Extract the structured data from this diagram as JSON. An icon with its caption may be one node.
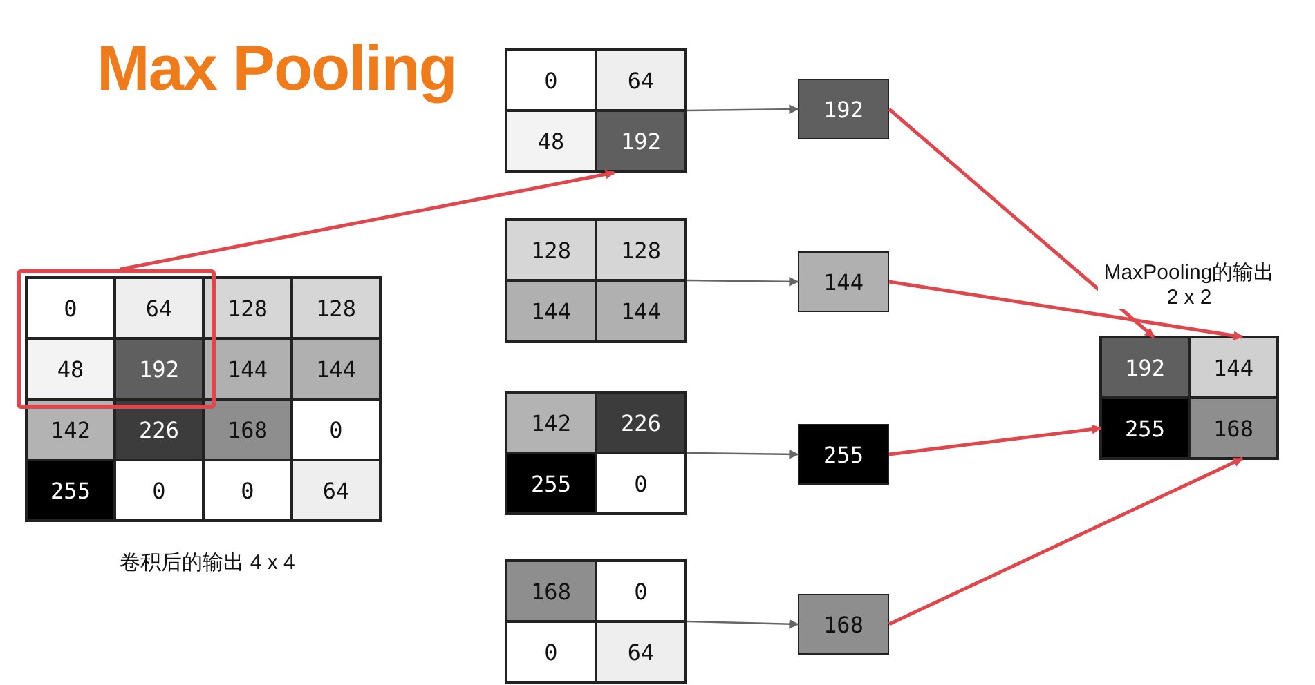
{
  "diagram": {
    "title": "Max Pooling",
    "nodes": [
      {
        "text": [],
        "shape": "box",
        "beside": [
          "卷积后的输出 4 x 4"
        ]
      },
      {
        "text": [],
        "shape": "box",
        "in": 0
      },
      {
        "text": [
          "0"
        ],
        "in": 1
      },
      {
        "text": [
          "64"
        ],
        "in": 1
      },
      {
        "text": [
          "128"
        ],
        "in": 0
      },
      {
        "text": [
          "128"
        ],
        "in": 0
      },
      {
        "text": [
          "48"
        ],
        "in": 1
      },
      {
        "text": [
          "192"
        ],
        "in": 1
      },
      {
        "text": [
          "144"
        ],
        "in": 0
      },
      {
        "text": [
          "144"
        ],
        "in": 0
      },
      {
        "text": [
          "142"
        ],
        "in": 0
      },
      {
        "text": [
          "226"
        ],
        "in": 0
      },
      {
        "text": [
          "168"
        ],
        "in": 0
      },
      {
        "text": [
          "0"
        ],
        "in": 0
      },
      {
        "text": [
          "255"
        ],
        "in": 0
      },
      {
        "text": [
          "0"
        ],
        "in": 0
      },
      {
        "text": [
          "0"
        ],
        "in": 0
      },
      {
        "text": [
          "64"
        ],
        "in": 0
      },
      {
        "text": [],
        "shape": "box"
      },
      {
        "text": [
          "0"
        ],
        "in": 18
      },
      {
        "text": [
          "64"
        ],
        "in": 18
      },
      {
        "text": [
          "48"
        ],
        "in": 18
      },
      {
        "text": [
          "192"
        ],
        "in": 18
      },
      {
        "text": [],
        "shape": "box"
      },
      {
        "text": [
          "128"
        ],
        "in": 23
      },
      {
        "text": [
          "128"
        ],
        "in": 23
      },
      {
        "text": [
          "144"
        ],
        "in": 23
      },
      {
        "text": [
          "144"
        ],
        "in": 23
      },
      {
        "text": [],
        "shape": "box"
      },
      {
        "text": [
          "142"
        ],
        "in": 28
      },
      {
        "text": [
          "226"
        ],
        "in": 28
      },
      {
        "text": [
          "255"
        ],
        "in": 28
      },
      {
        "text": [
          "0"
        ],
        "in": 28
      },
      {
        "text": [],
        "shape": "box"
      },
      {
        "text": [
          "168"
        ],
        "in": 33
      },
      {
        "text": [
          "0"
        ],
        "in": 33
      },
      {
        "text": [
          "0"
        ],
        "in": 33
      },
      {
        "text": [
          "64"
        ],
        "in": 33
      },
      {
        "text": [
          "192"
        ]
      },
      {
        "text": [
          "144"
        ]
      },
      {
        "text": [
          "255"
        ]
      },
      {
        "text": [
          "168"
        ]
      },
      {
        "text": [],
        "shape": "box",
        "beside": [
          "MaxPooling的输出 2 x 2"
        ]
      },
      {
        "text": [
          "192"
        ],
        "in": 42
      },
      {
        "text": [
          "144"
        ],
        "in": 42
      },
      {
        "text": [
          "255"
        ],
        "in": 42
      },
      {
        "text": [
          "168"
        ],
        "in": 42
      }
    ],
    "edges": [
      {
        "from": 1,
        "to": 18,
        "arrow": "to"
      },
      {
        "from": 18,
        "to": 38,
        "arrow": "to",
        "color": "#666666"
      },
      {
        "from": 23,
        "to": 39,
        "arrow": "to",
        "color": "#666666"
      },
      {
        "from": 28,
        "to": 40,
        "arrow": "to",
        "color": "#666666"
      },
      {
        "from": 33,
        "to": 41,
        "arrow": "to",
        "color": "#666666"
      },
      {
        "from": 38,
        "to": 43,
        "arrow": "to"
      },
      {
        "from": 39,
        "to": 44,
        "arrow": "to"
      },
      {
        "from": 40,
        "to": 45,
        "arrow": "to"
      },
      {
        "from": 41,
        "to": 46,
        "arrow": "to"
      }
    ]
  }
}
